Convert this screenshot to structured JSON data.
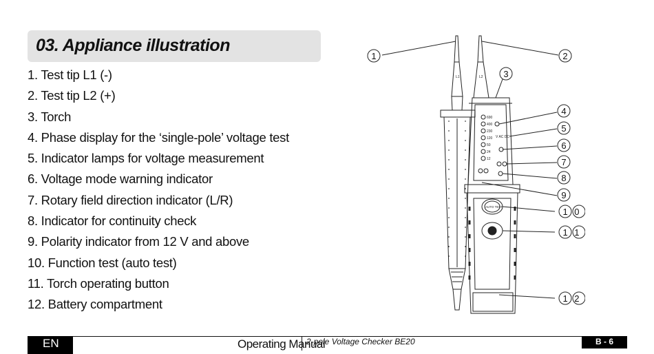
{
  "title": "03. Appliance illustration",
  "items": [
    "1. Test tip L1 (-)",
    "2. Test tip L2 (+)",
    "3. Torch",
    "4. Phase display for the ‘single-pole’ voltage test",
    "5. Indicator lamps for voltage measurement",
    "6. Voltage mode warning indicator",
    "7. Rotary field direction indicator (L/R)",
    "8. Indicator for continuity check",
    "9. Polarity indicator from 12 V and above",
    "10. Function test (auto test)",
    "11. Torch operating button",
    "12. Battery compartment"
  ],
  "diagram": {
    "callouts": [
      "1",
      "2",
      "3",
      "4",
      "5",
      "6",
      "7",
      "8",
      "9",
      "1 0",
      "1 1",
      "1 2"
    ],
    "probe_labels": [
      "L1",
      "L2"
    ],
    "led_labels": [
      "690",
      "400",
      "230",
      "120",
      "50",
      "24",
      "12"
    ],
    "auto_test_label": "AUTO TEST",
    "ac_dc_label": "V AC DC"
  },
  "footer": {
    "lang": "EN",
    "manual": "Operating Manual",
    "product": "2-pole Voltage Checker BE20",
    "page": "B - 6"
  }
}
